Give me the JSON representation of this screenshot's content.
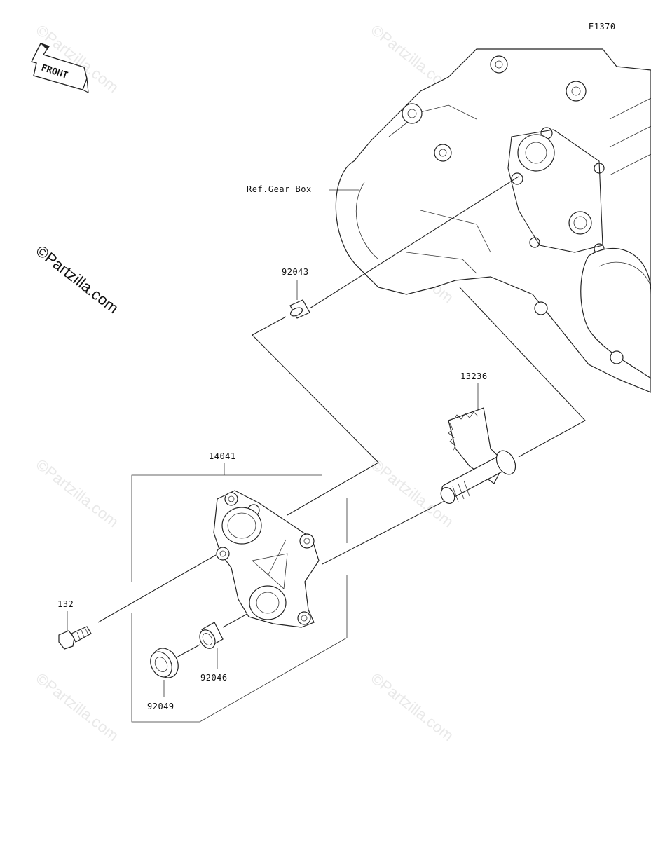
{
  "diagram_code": "E1370",
  "front_arrow_label": "FRONT",
  "reference_label": "Ref.Gear Box",
  "parts": [
    {
      "number": "92043"
    },
    {
      "number": "13236"
    },
    {
      "number": "14041"
    },
    {
      "number": "132"
    },
    {
      "number": "92046"
    },
    {
      "number": "92049"
    }
  ],
  "watermark": "©Partzilla.com"
}
